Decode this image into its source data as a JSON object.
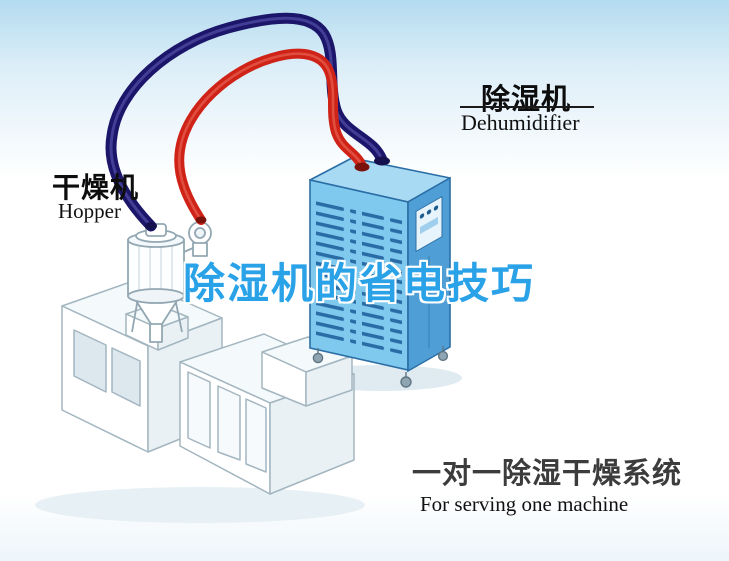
{
  "scene": {
    "background_top_color": "#b3dbef",
    "background_bottom_color": "#ffffff"
  },
  "labels": {
    "hopper": {
      "cn": "干燥机",
      "en": "Hopper"
    },
    "dehumidifier": {
      "cn": "除湿机",
      "en": "Dehumidifier"
    }
  },
  "watermark": {
    "text": "除湿机的省电技巧",
    "color": "#2aa2e8"
  },
  "caption": {
    "cn": "一对一除湿干燥系统",
    "en": "For serving one machine"
  },
  "diagram": {
    "colors": {
      "dehumidifier_front": "#7fc9ef",
      "dehumidifier_side": "#4f9fd6",
      "dehumidifier_top": "#a8daf4",
      "dehumidifier_outline": "#2b6ea5",
      "vent_slat": "#2a6da6",
      "pipe_red": "#d02318",
      "pipe_navy": "#1c166b",
      "machine_line": "#a3b6c0"
    }
  }
}
